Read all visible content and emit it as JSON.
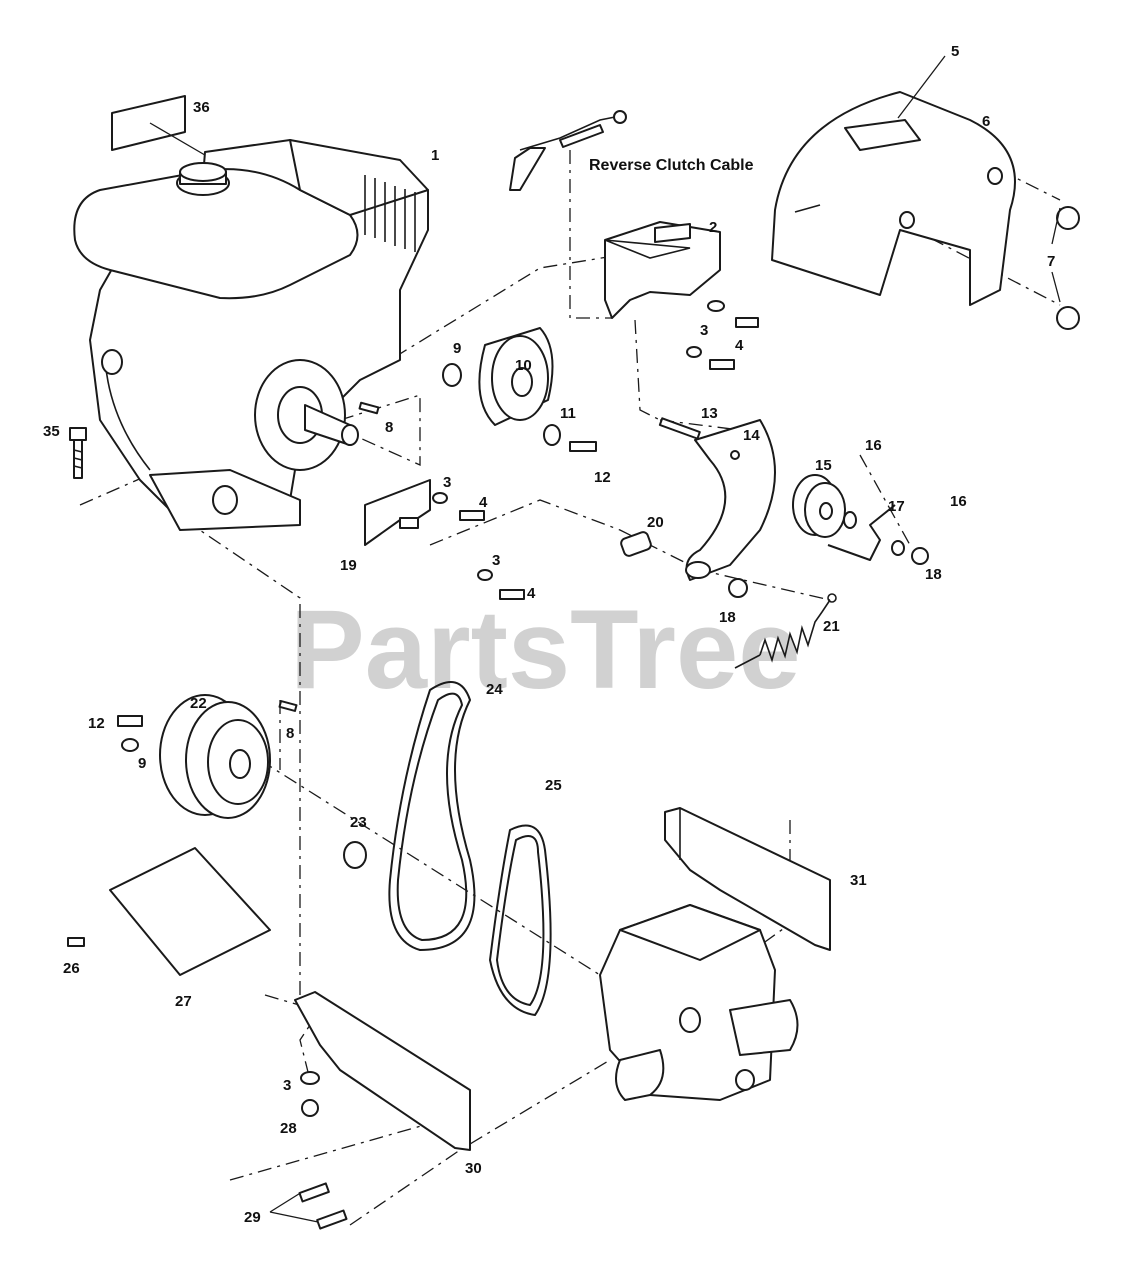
{
  "watermark": "PartsTree",
  "caption_reverse_clutch_cable": "Reverse Clutch Cable",
  "callouts": {
    "c1": "1",
    "c2": "2",
    "c3a": "3",
    "c3b": "3",
    "c3c": "3",
    "c3d": "3",
    "c4a": "4",
    "c4b": "4",
    "c4c": "4",
    "c5": "5",
    "c6": "6",
    "c7": "7",
    "c8a": "8",
    "c8b": "8",
    "c9a": "9",
    "c9b": "9",
    "c10": "10",
    "c11": "11",
    "c12a": "12",
    "c12b": "12",
    "c13": "13",
    "c14": "14",
    "c15": "15",
    "c16a": "16",
    "c16b": "16",
    "c17": "17",
    "c18a": "18",
    "c18b": "18",
    "c19": "19",
    "c20": "20",
    "c21": "21",
    "c22": "22",
    "c23": "23",
    "c24": "24",
    "c25": "25",
    "c26": "26",
    "c27": "27",
    "c28": "28",
    "c29": "29",
    "c30": "30",
    "c31": "31",
    "c35": "35",
    "c36": "36"
  },
  "colors": {
    "ink": "#1a1a1a",
    "watermark": "#c9c9c9",
    "background": "#ffffff"
  }
}
